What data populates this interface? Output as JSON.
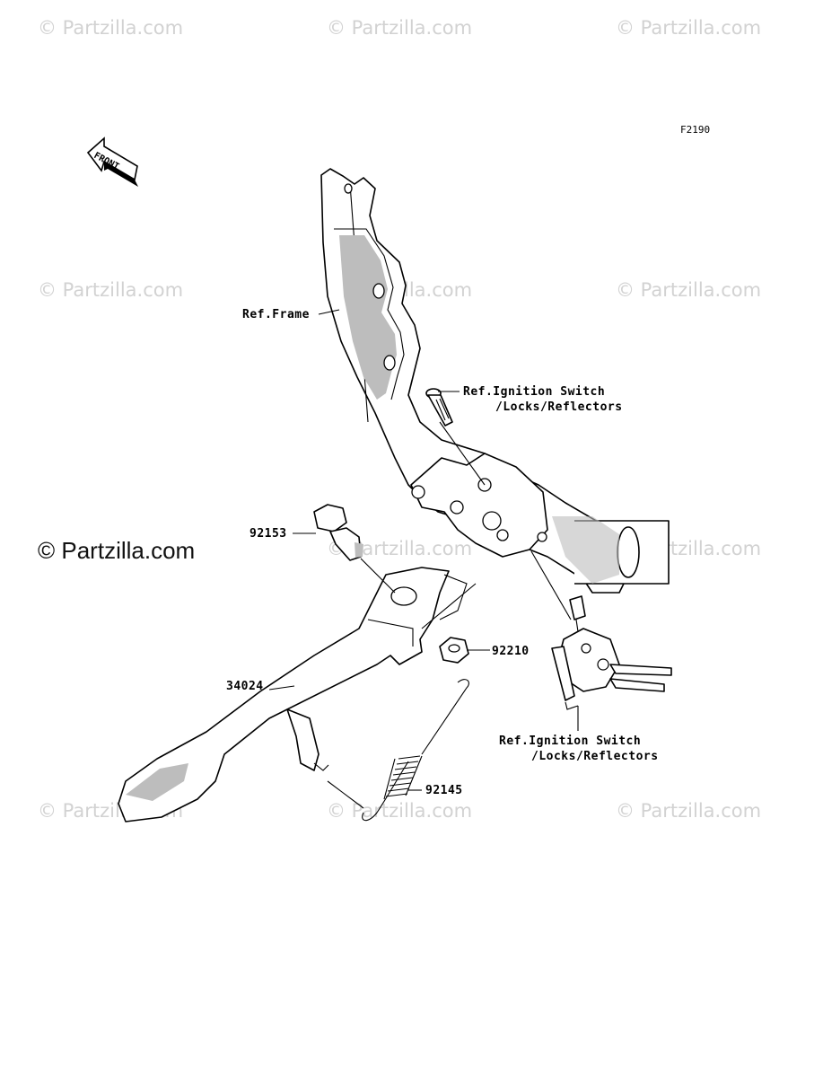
{
  "diagram": {
    "code": "F2190",
    "front_label": "FRONT",
    "brand": "© Partzilla.com",
    "watermark": "© Partzilla.com",
    "labels": {
      "frame": "Ref.Frame",
      "ignition_top_line1": "Ref.Ignition Switch",
      "ignition_top_line2": "/Locks/Reflectors",
      "bolt": "92153",
      "nut": "92210",
      "stand": "34024",
      "spring": "92145",
      "ignition_bottom_line1": "Ref.Ignition Switch",
      "ignition_bottom_line2": "/Locks/Reflectors"
    }
  }
}
